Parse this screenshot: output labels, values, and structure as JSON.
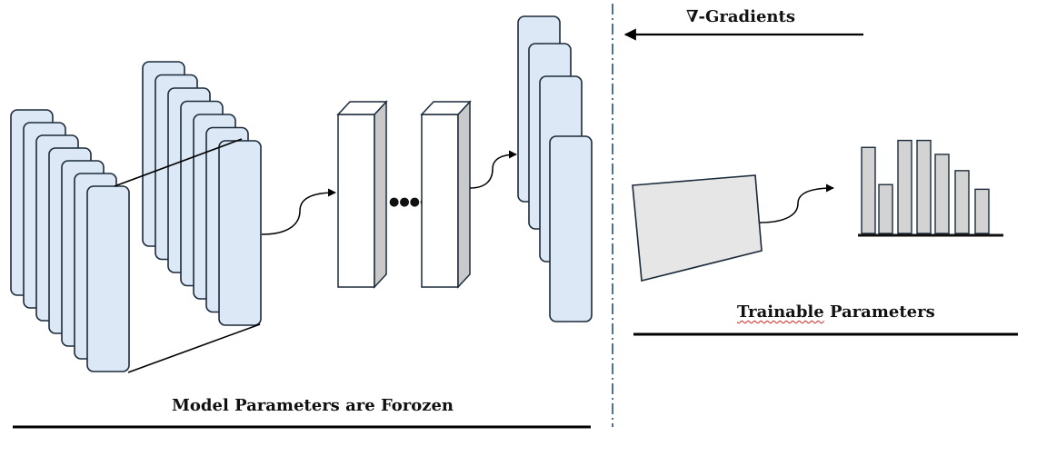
{
  "labels": {
    "frozen": "Model Parameters are Forozen",
    "trainable_word": "Trainable",
    "trainable_rest": " Parameters",
    "gradients": "∇-Gradients"
  },
  "ellipsis": "●●●●",
  "colors": {
    "layer_fill": "#dce8f5",
    "layer_stroke": "#1b2a3a",
    "box_front": "#ffffff",
    "box_side": "#c9c9c9",
    "trainable_fill": "#e6e6e6",
    "bar_fill": "#d3d3d3",
    "divider": "#1f4e79",
    "line": "#000000"
  },
  "bars": [
    0.74,
    0.42,
    0.8,
    0.8,
    0.68,
    0.54,
    0.38
  ]
}
